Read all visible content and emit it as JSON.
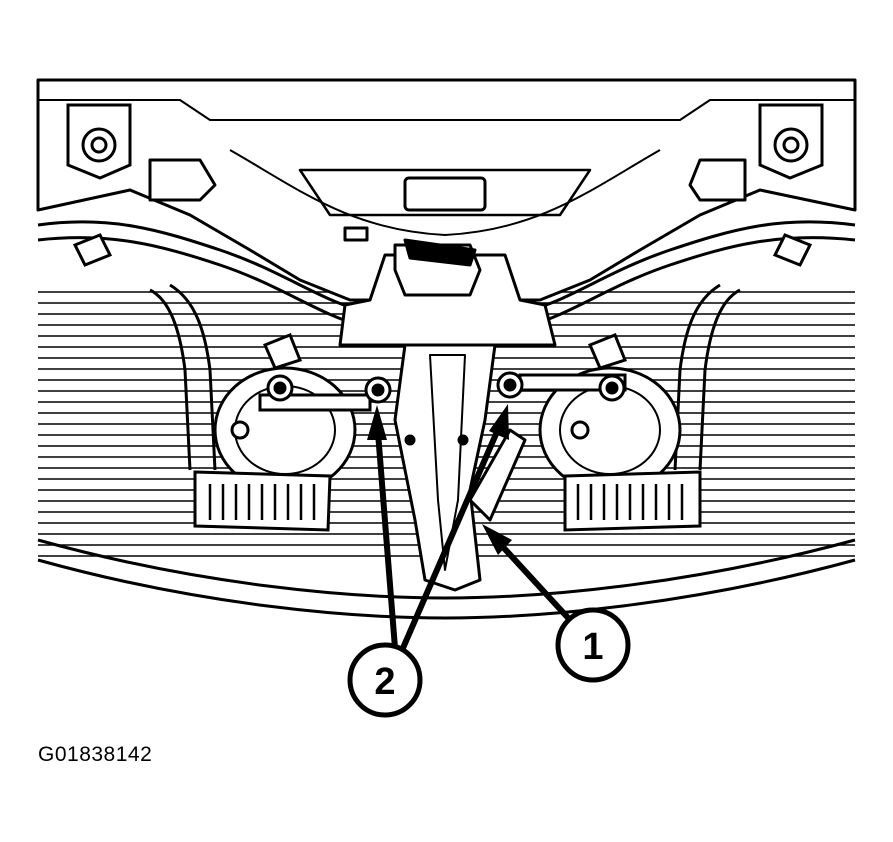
{
  "figure": {
    "code": "G01838142",
    "ink_color": "#000000",
    "paper_color": "#ffffff"
  },
  "callouts": [
    {
      "id": "1",
      "label": "1"
    },
    {
      "id": "2",
      "label": "2"
    }
  ]
}
